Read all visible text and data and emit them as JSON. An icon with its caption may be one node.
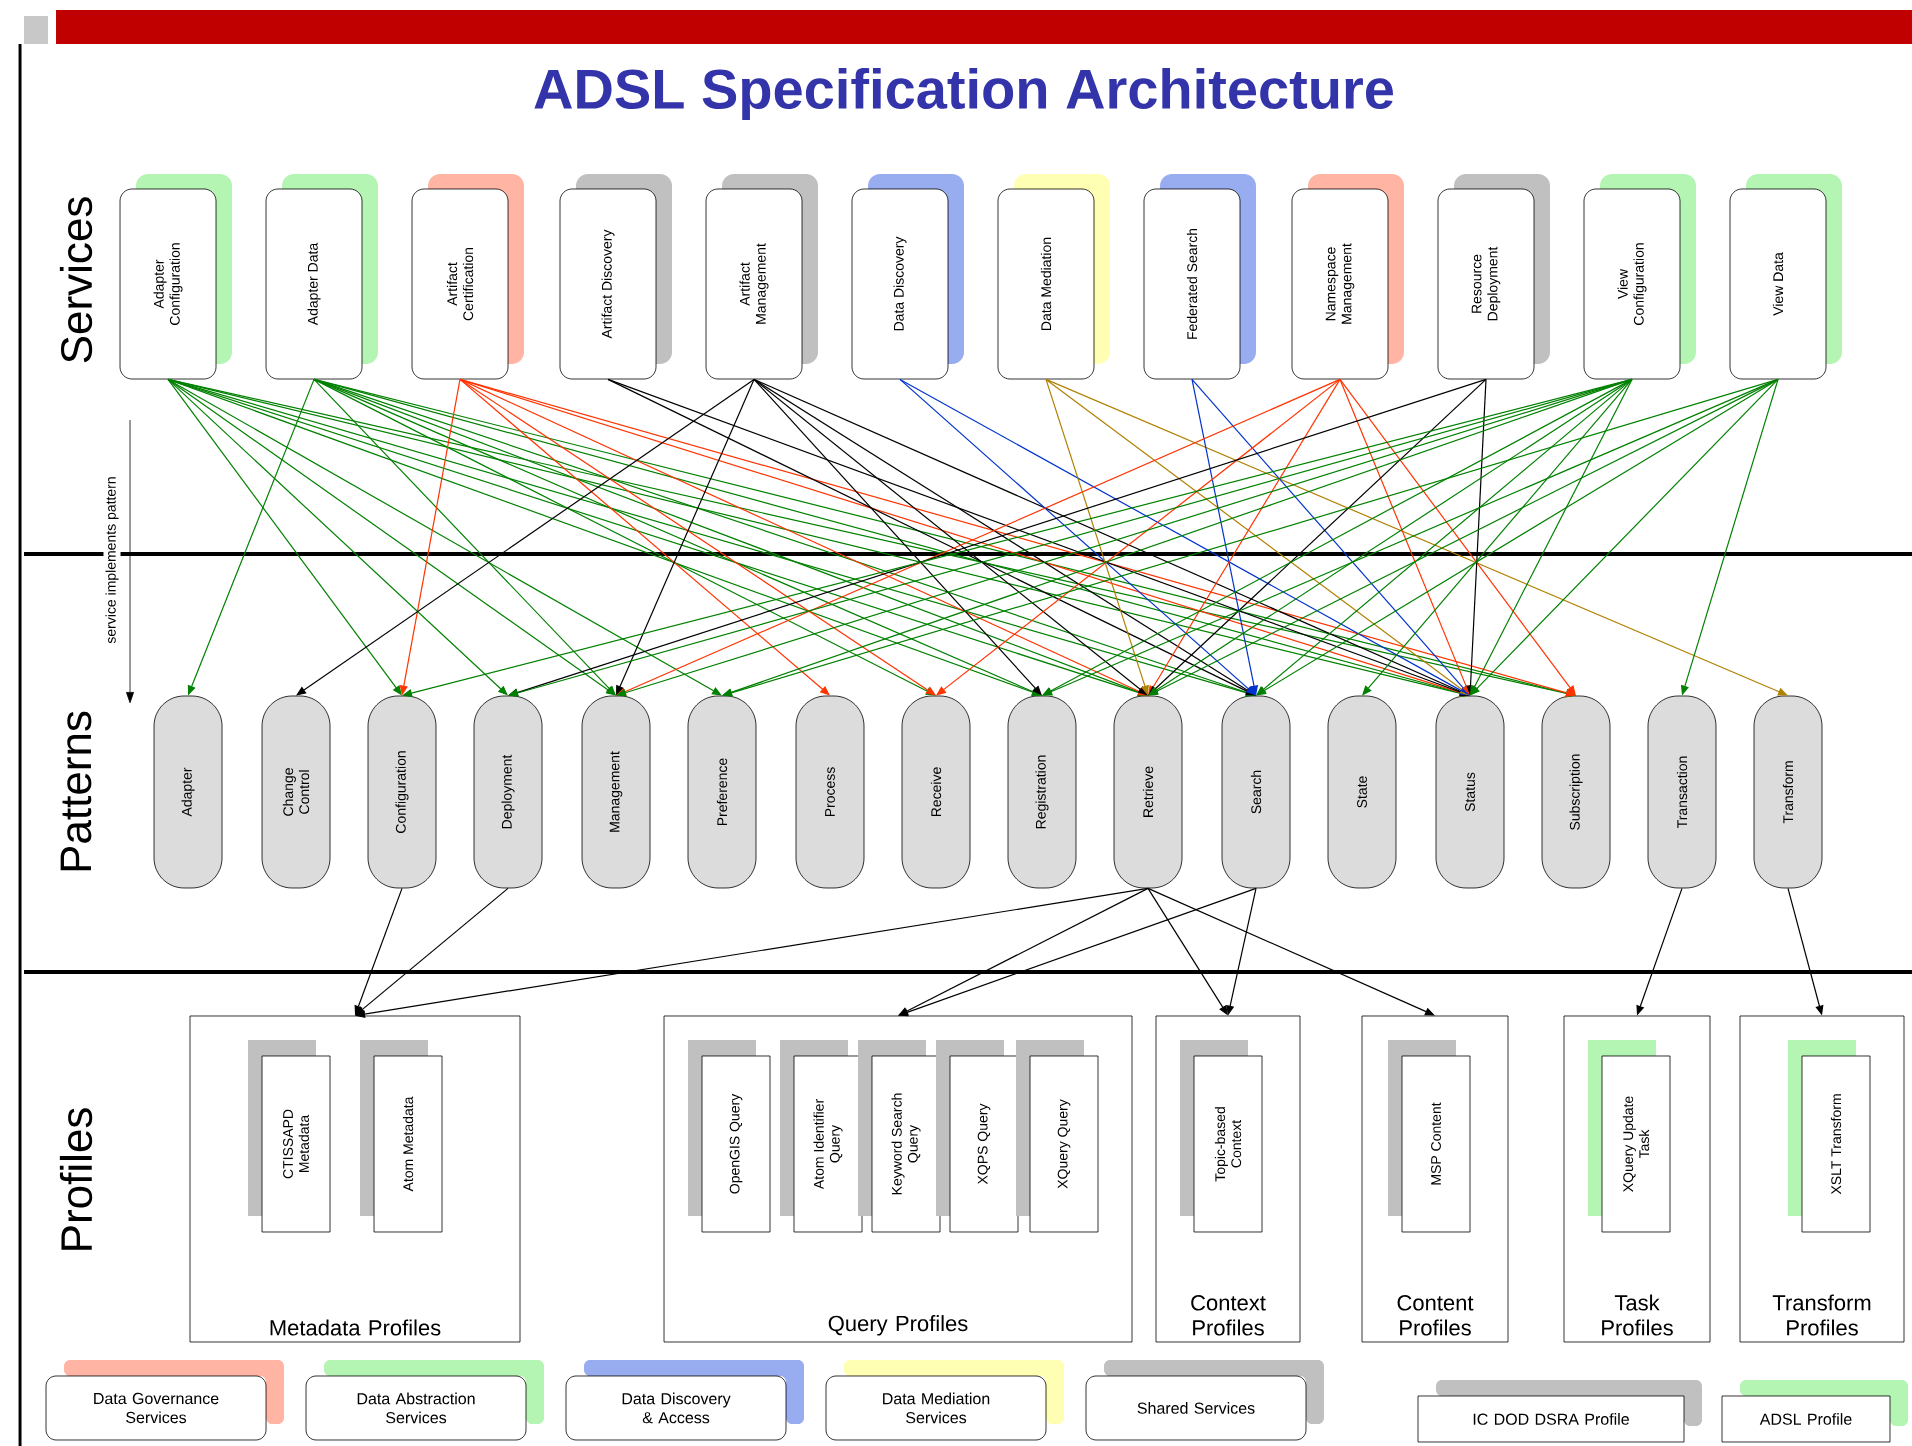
{
  "diagram": {
    "title": "ADSL Specification Architecture",
    "nodes": [
      {
        "text": [
          "Adapter Configuration"
        ]
      },
      {
        "text": [
          "Adapter Data"
        ]
      },
      {
        "text": [
          "Artifact Certification"
        ]
      },
      {
        "text": [
          "Artifact Discovery"
        ]
      },
      {
        "text": [
          "Artifact Management"
        ]
      },
      {
        "text": [
          "Data Discovery"
        ]
      },
      {
        "text": [
          "Data Mediation"
        ]
      },
      {
        "text": [
          "Federated Search"
        ]
      },
      {
        "text": [
          "Namespace Management"
        ]
      },
      {
        "text": [
          "Resource Deployment"
        ]
      },
      {
        "text": [
          "View Configuration"
        ]
      },
      {
        "text": [
          "View Data"
        ]
      },
      {
        "text": [
          "Adapter"
        ]
      },
      {
        "text": [
          "Change Control"
        ]
      },
      {
        "text": [
          "Configuration"
        ]
      },
      {
        "text": [
          "Deployment"
        ]
      },
      {
        "text": [
          "Management"
        ]
      },
      {
        "text": [
          "Preference"
        ]
      },
      {
        "text": [
          "Process"
        ]
      },
      {
        "text": [
          "Receive"
        ]
      },
      {
        "text": [
          "Registration"
        ]
      },
      {
        "text": [
          "Retrieve"
        ]
      },
      {
        "text": [
          "Search"
        ]
      },
      {
        "text": [
          "State"
        ]
      },
      {
        "text": [
          "Status"
        ]
      },
      {
        "text": [
          "Subscription"
        ]
      },
      {
        "text": [
          "Transaction"
        ]
      },
      {
        "text": [
          "Transform"
        ]
      },
      {
        "text": [
          "Metadata Profiles"
        ]
      },
      {
        "text": [
          "CTISSAPD Metadata"
        ],
        "in": 28
      },
      {
        "text": [
          "Atom Metadata"
        ],
        "in": 28
      },
      {
        "text": [
          "Query Profiles"
        ]
      },
      {
        "text": [
          "OpenGIS Query"
        ],
        "in": 31
      },
      {
        "text": [
          "Atom Identifier Query"
        ],
        "in": 31
      },
      {
        "text": [
          "Keyword Search Query"
        ],
        "in": 31
      },
      {
        "text": [
          "XQPS Query"
        ],
        "in": 31
      },
      {
        "text": [
          "XQuery Query"
        ],
        "in": 31
      },
      {
        "text": [
          "Context Profiles"
        ]
      },
      {
        "text": [
          "Topic-based Context"
        ],
        "in": 37
      },
      {
        "text": [
          "Content Profiles"
        ]
      },
      {
        "text": [
          "MSP Content"
        ],
        "in": 39
      },
      {
        "text": [
          "Task Profiles"
        ]
      },
      {
        "text": [
          "XQuery Update Task"
        ],
        "in": 41
      },
      {
        "text": [
          "Transform Profiles"
        ]
      },
      {
        "text": [
          "XSLT Transform"
        ],
        "in": 43
      }
    ],
    "edges": [
      {
        "from": 0,
        "to": 14,
        "arrow": "to"
      },
      {
        "from": 0,
        "to": 15,
        "arrow": "to"
      },
      {
        "from": 0,
        "to": 16,
        "arrow": "to"
      },
      {
        "from": 0,
        "to": 17,
        "arrow": "to"
      },
      {
        "from": 0,
        "to": 20,
        "arrow": "to"
      },
      {
        "from": 0,
        "to": 21,
        "arrow": "to"
      },
      {
        "from": 0,
        "to": 22,
        "arrow": "to"
      },
      {
        "from": 0,
        "to": 24,
        "arrow": "to"
      },
      {
        "from": 0,
        "to": 25,
        "arrow": "to"
      },
      {
        "from": 1,
        "to": 12,
        "arrow": "to"
      },
      {
        "from": 1,
        "to": 16,
        "arrow": "to"
      },
      {
        "from": 1,
        "to": 19,
        "arrow": "to"
      },
      {
        "from": 1,
        "to": 20,
        "arrow": "to"
      },
      {
        "from": 1,
        "to": 21,
        "arrow": "to"
      },
      {
        "from": 1,
        "to": 22,
        "arrow": "to"
      },
      {
        "from": 1,
        "to": 24,
        "arrow": "to"
      },
      {
        "from": 1,
        "to": 25,
        "arrow": "to"
      },
      {
        "from": 2,
        "to": 14,
        "arrow": "to",
        "color": "#ff3300"
      },
      {
        "from": 2,
        "to": 18,
        "arrow": "to",
        "color": "#ff3300"
      },
      {
        "from": 2,
        "to": 19,
        "arrow": "to",
        "color": "#ff3300"
      },
      {
        "from": 2,
        "to": 21,
        "arrow": "to",
        "color": "#ff3300"
      },
      {
        "from": 2,
        "to": 24,
        "arrow": "to",
        "color": "#ff3300"
      },
      {
        "from": 2,
        "to": 25,
        "arrow": "to",
        "color": "#ff3300"
      },
      {
        "from": 3,
        "to": 22,
        "arrow": "to",
        "color": "#000000"
      },
      {
        "from": 3,
        "to": 24,
        "arrow": "to",
        "color": "#000000"
      },
      {
        "from": 4,
        "to": 13,
        "arrow": "to",
        "color": "#000000"
      },
      {
        "from": 4,
        "to": 16,
        "arrow": "to",
        "color": "#000000"
      },
      {
        "from": 4,
        "to": 20,
        "arrow": "to",
        "color": "#000000"
      },
      {
        "from": 4,
        "to": 21,
        "arrow": "to",
        "color": "#000000"
      },
      {
        "from": 4,
        "to": 22,
        "arrow": "to",
        "color": "#000000"
      },
      {
        "from": 4,
        "to": 24,
        "arrow": "to",
        "color": "#000000"
      },
      {
        "from": 5,
        "to": 22,
        "arrow": "to",
        "color": "#0033cc"
      },
      {
        "from": 5,
        "to": 24,
        "arrow": "to",
        "color": "#0033cc"
      },
      {
        "from": 6,
        "to": 21,
        "arrow": "to",
        "color": "#b08000"
      },
      {
        "from": 6,
        "to": 24,
        "arrow": "to",
        "color": "#b08000"
      },
      {
        "from": 6,
        "to": 27,
        "arrow": "to",
        "color": "#b08000"
      },
      {
        "from": 7,
        "to": 22,
        "arrow": "to",
        "color": "#0033cc"
      },
      {
        "from": 7,
        "to": 24,
        "arrow": "to",
        "color": "#0033cc"
      },
      {
        "from": 8,
        "to": 16,
        "arrow": "to",
        "color": "#ff3300"
      },
      {
        "from": 8,
        "to": 19,
        "arrow": "to",
        "color": "#ff3300"
      },
      {
        "from": 8,
        "to": 21,
        "arrow": "to",
        "color": "#ff3300"
      },
      {
        "from": 8,
        "to": 24,
        "arrow": "to",
        "color": "#ff3300"
      },
      {
        "from": 8,
        "to": 25,
        "arrow": "to",
        "color": "#ff3300"
      },
      {
        "from": 9,
        "to": 15,
        "arrow": "to",
        "color": "#000000"
      },
      {
        "from": 9,
        "to": 21,
        "arrow": "to",
        "color": "#000000"
      },
      {
        "from": 9,
        "to": 24,
        "arrow": "to",
        "color": "#000000"
      },
      {
        "from": 10,
        "to": 14,
        "arrow": "to"
      },
      {
        "from": 10,
        "to": 15,
        "arrow": "to"
      },
      {
        "from": 10,
        "to": 16,
        "arrow": "to"
      },
      {
        "from": 10,
        "to": 17,
        "arrow": "to"
      },
      {
        "from": 10,
        "to": 20,
        "arrow": "to"
      },
      {
        "from": 10,
        "to": 21,
        "arrow": "to"
      },
      {
        "from": 10,
        "to": 22,
        "arrow": "to"
      },
      {
        "from": 10,
        "to": 23,
        "arrow": "to"
      },
      {
        "from": 10,
        "to": 24,
        "arrow": "to"
      },
      {
        "from": 11,
        "to": 17,
        "arrow": "to"
      },
      {
        "from": 11,
        "to": 20,
        "arrow": "to"
      },
      {
        "from": 11,
        "to": 21,
        "arrow": "to"
      },
      {
        "from": 11,
        "to": 22,
        "arrow": "to"
      },
      {
        "from": 11,
        "to": 24,
        "arrow": "to"
      },
      {
        "from": 11,
        "to": 26,
        "arrow": "to"
      },
      {
        "from": 14,
        "to": 28,
        "arrow": "to",
        "color": "#000000"
      },
      {
        "from": 15,
        "to": 28,
        "arrow": "to",
        "color": "#000000"
      },
      {
        "from": 21,
        "to": 28,
        "arrow": "to",
        "color": "#000000"
      },
      {
        "from": 21,
        "to": 31,
        "arrow": "to",
        "color": "#000000"
      },
      {
        "from": 22,
        "to": 31,
        "arrow": "to",
        "color": "#000000"
      },
      {
        "from": 21,
        "to": 37,
        "arrow": "to",
        "color": "#000000"
      },
      {
        "from": 22,
        "to": 37,
        "arrow": "to",
        "color": "#000000"
      },
      {
        "from": 21,
        "to": 39,
        "arrow": "to",
        "color": "#000000"
      },
      {
        "from": 26,
        "to": 41,
        "arrow": "to",
        "color": "#000000"
      },
      {
        "from": 27,
        "to": 43,
        "arrow": "to",
        "color": "#000000"
      }
    ],
    "labels": [
      "Services",
      "service implements pattern",
      "Patterns",
      "Profiles"
    ],
    "legend": [
      {
        "text": "Data Governance Services",
        "color": "#ffb4a4"
      },
      {
        "text": "Data Abstraction Services",
        "color": "#b4f5b4"
      },
      {
        "text": "Data Discovery & Access",
        "color": "#98acf0"
      },
      {
        "text": "Data Mediation Services",
        "color": "#ffffb4"
      },
      {
        "text": "Shared Services",
        "color": "#c0c0c0"
      },
      {
        "text": "IC DOD DSRA  Profile",
        "color": "#c0c0c0"
      },
      {
        "text": "ADSL Profile",
        "color": "#b4f5b4"
      }
    ]
  }
}
